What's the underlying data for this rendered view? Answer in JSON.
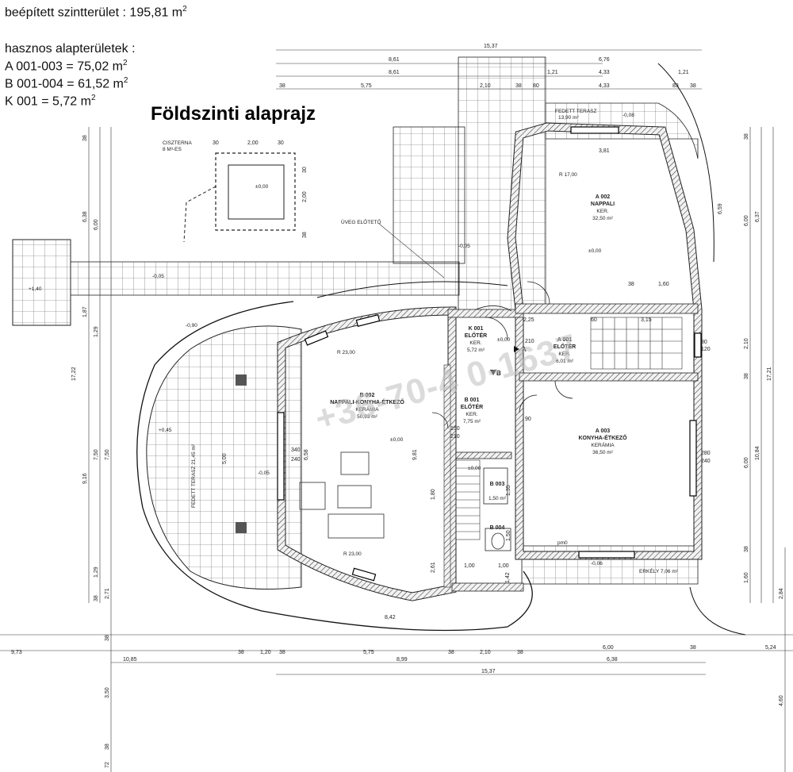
{
  "header": {
    "built_area_label": "beépített szintterület : 195,81 m",
    "built_area_sup": "2",
    "useful_label": "hasznos alapterületek :",
    "areas": [
      {
        "text": "A 001-003 = 75,02 m",
        "sup": "2"
      },
      {
        "text": "B 001-004 = 61,52 m",
        "sup": "2"
      },
      {
        "text": "K 001 = 5,72 m",
        "sup": "2"
      }
    ]
  },
  "title": "Földszinti alaprajz",
  "watermark": "+36-70-4 0-1637",
  "rooms": {
    "a002": {
      "code": "A 002",
      "name": "NAPPALI",
      "floor": "KER.",
      "area": "32,50 m²"
    },
    "a001": {
      "code": "A 001",
      "name": "ELŐTÉR",
      "floor": "KER.",
      "area": "6,01 m²"
    },
    "a003": {
      "code": "A 003",
      "name": "KONYHA-ÉTKEZŐ",
      "floor": "KERÁMIA",
      "area": "36,50 m²"
    },
    "b002": {
      "code": "B 002",
      "name": "NAPPALI-KONYHA-ÉTKEZŐ",
      "floor": "KERÁMIA",
      "area": "50,93 m²"
    },
    "b001": {
      "code": "B 001",
      "name": "ELŐTÉR",
      "floor": "KER.",
      "area": "7,75 m²"
    },
    "k001": {
      "code": "K 001",
      "name": "ELŐTÉR",
      "floor": "KER.",
      "area": "5,72 m²"
    },
    "b003": {
      "code": "B 003",
      "area": "1,50 m²"
    },
    "b004": {
      "code": "B 004"
    }
  },
  "labels": {
    "cisterna": "CISZTERNA",
    "cisterna_size": "8 M³-ES",
    "glass_canopy": "ÜVEG ELŐTETŐ",
    "covered_terrace_top": "FEDETT TERASZ",
    "covered_terrace_top_area": "13,90 m²",
    "covered_terrace_left": "FEDETT TERASZ 21,45 m²",
    "balcony": "ERKÉLY 7,06 m²",
    "r17": "R 17,00",
    "r23a": "R 23,00",
    "r23b": "R 23,00",
    "pm0": "pm0"
  },
  "levels": {
    "cist": "±0,00",
    "ext": "+1,40",
    "path": "-0,05",
    "a002": "±0,00",
    "k001": "±0,00",
    "b002": "±0,00",
    "terrace": "-0,05",
    "t045": "+0,45",
    "lm090": "-0,90",
    "b003": "±0,00",
    "glass": "-0,05",
    "balc": "-0,06",
    "terr_top": "-0,08"
  },
  "dims_top": {
    "d1537": "15,37",
    "d861a": "8,61",
    "d861b": "8,61",
    "d676": "6,76",
    "d121a": "1,21",
    "d433a": "4,33",
    "d121b": "1,21",
    "d38a": "38",
    "d575": "5,75",
    "d210": "2,10",
    "d38b": "38",
    "d80": "80",
    "d433b": "4,33",
    "d83": "83",
    "d38c": "38"
  },
  "dims_bottom": {
    "d973": "9,73",
    "d38a": "38",
    "d120": "1,20",
    "d38b": "38",
    "d575": "5,75",
    "d38c": "38",
    "d210": "2,10",
    "d38d": "38",
    "d600": "6,00",
    "d38e": "38",
    "d524": "5,24",
    "d1085": "10,85",
    "d899": "8,99",
    "d638": "6,38",
    "d1537": "15,37",
    "d842": "8,42"
  },
  "dims_left": {
    "l38a": "38",
    "l638": "6,38",
    "l600": "6,00",
    "l1722": "17,22",
    "l187": "1,87",
    "l129a": "1,29",
    "l916": "9,16",
    "l750a": "7,50",
    "l750b": "7,50",
    "l129b": "1,29",
    "l38b": "38",
    "l271": "2,71",
    "l38c": "38",
    "l350": "3,50",
    "l38d": "38",
    "l72": "72"
  },
  "dims_right": {
    "r38a": "38",
    "r600": "6,00",
    "r637": "6,37",
    "r659": "6,59",
    "r1721": "17,21",
    "r210": "2,10",
    "r38b": "38",
    "r1084": "10,84",
    "r600b": "6,00",
    "r38c": "38",
    "r160": "1,60",
    "r284": "2,84",
    "r460": "4,60"
  },
  "dims_inner": {
    "c30a": "30",
    "c200h": "2,00",
    "c30b": "30",
    "c200v": "2,00",
    "c30c": "30",
    "c38": "38",
    "i381": "3,81",
    "i38a": "38",
    "i160": "1,60",
    "i225": "2,25",
    "i60": "60",
    "i315": "3,15",
    "i658": "6,58",
    "i500": "5,00",
    "i981": "9,81",
    "i180": "1,80",
    "i261": "2,61",
    "i100a": "1,00",
    "i100b": "1,00",
    "i142": "1,42",
    "i150": "1,50",
    "i135": "1,35",
    "i340": "340",
    "i240": "240",
    "i280": "280",
    "i240b": "240",
    "i210a": "210",
    "i210b": "210",
    "i150b": "150",
    "i90": "90",
    "i80": "80",
    "i120": "120"
  }
}
